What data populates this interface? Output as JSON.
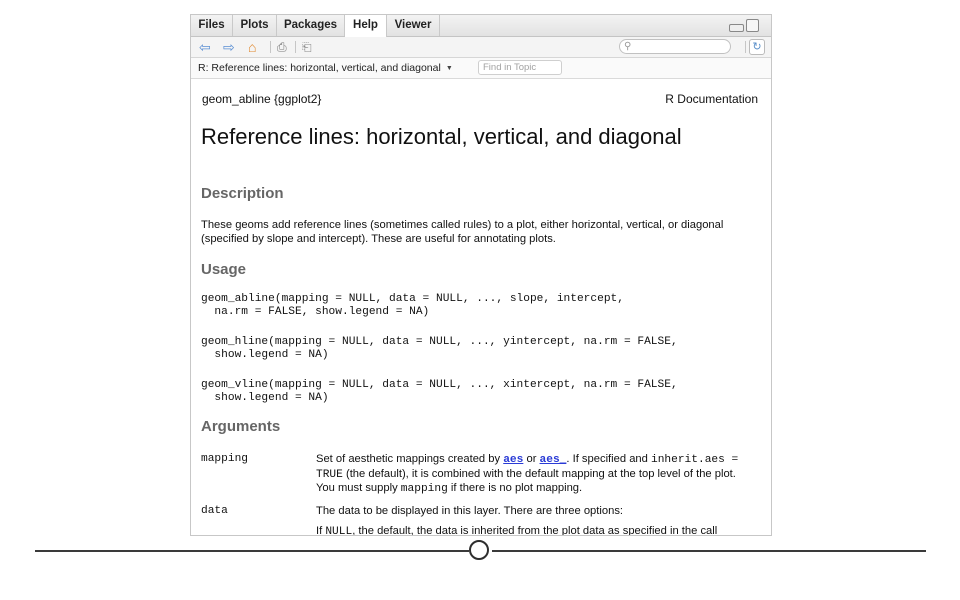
{
  "tabs": [
    "Files",
    "Plots",
    "Packages",
    "Help",
    "Viewer"
  ],
  "toolbar": {
    "back_icon": "back-arrow-icon",
    "forward_icon": "forward-arrow-icon",
    "home_icon": "home-icon",
    "print_icon": "print-icon",
    "export_icon": "export-icon",
    "search_placeholder": "",
    "search_icon": "search-icon",
    "refresh_icon": "refresh-icon"
  },
  "topic": {
    "select_label": "R: Reference lines: horizontal, vertical, and diagonal",
    "find_placeholder": "Find in Topic"
  },
  "doc": {
    "header_left": "geom_abline {ggplot2}",
    "header_right": "R Documentation",
    "title": "Reference lines: horizontal, vertical, and diagonal",
    "description_heading": "Description",
    "description_text": "These geoms add reference lines (sometimes called rules) to a plot, either horizontal, vertical, or diagonal (specified by slope and intercept). These are useful for annotating plots.",
    "usage_heading": "Usage",
    "usage": [
      "geom_abline(mapping = NULL, data = NULL, ..., slope, intercept,\n  na.rm = FALSE, show.legend = NA)",
      "geom_hline(mapping = NULL, data = NULL, ..., yintercept, na.rm = FALSE,\n  show.legend = NA)",
      "geom_vline(mapping = NULL, data = NULL, ..., xintercept, na.rm = FALSE,\n  show.legend = NA)"
    ],
    "arguments_heading": "Arguments",
    "arg_mapping": {
      "name": "mapping",
      "d1": "Set of aesthetic mappings created by ",
      "link1": "aes",
      "d2": " or ",
      "link2": "aes_",
      "d3": ". If specified and",
      "code1": "inherit.aes = TRUE",
      "d4": " (the default), it is combined with the default mapping at the top level of the plot. You must supply ",
      "code2": "mapping",
      "d5": " if there is no plot mapping."
    },
    "arg_data": {
      "name": "data",
      "desc": "The data to be displayed in this layer. There are three options:",
      "opt_prefix": "If ",
      "opt_code": "NULL",
      "opt_text": ", the default, the data is inherited from the plot data as specified in the call"
    }
  }
}
